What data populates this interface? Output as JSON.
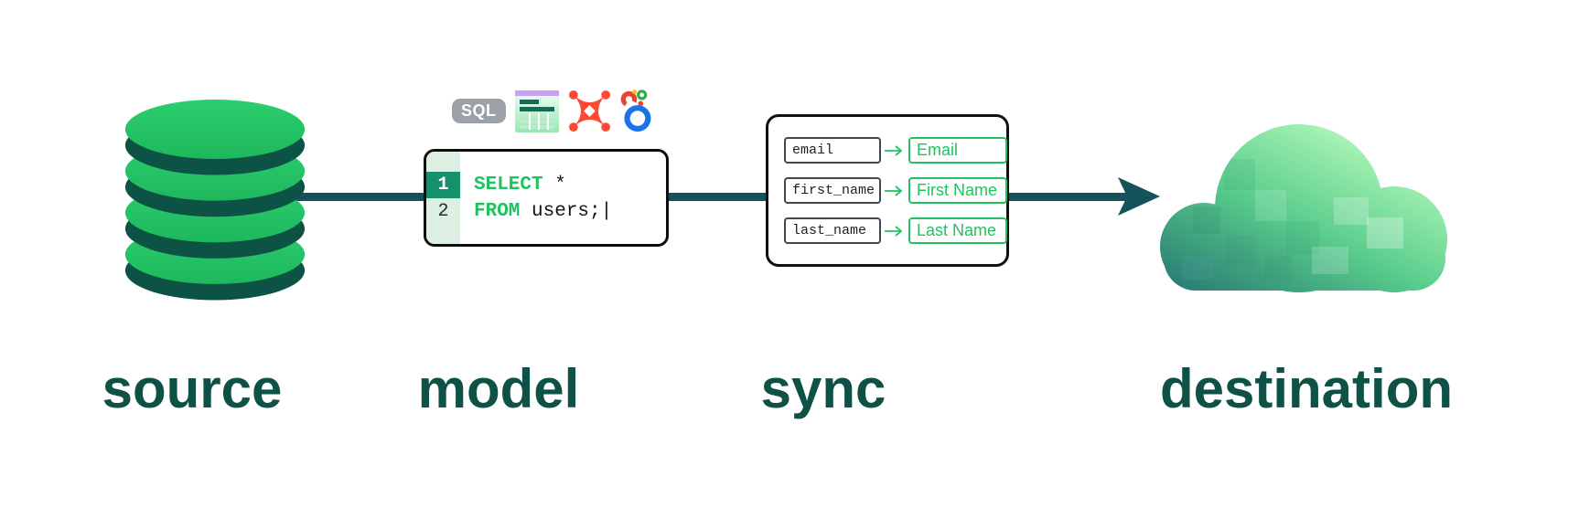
{
  "stages": [
    {
      "label": "source"
    },
    {
      "label": "model"
    },
    {
      "label": "sync"
    },
    {
      "label": "destination"
    }
  ],
  "model": {
    "sql_badge": "SQL",
    "icons": [
      {
        "name": "sql-badge"
      },
      {
        "name": "spreadsheet-icon"
      },
      {
        "name": "dbt-icon"
      },
      {
        "name": "looker-icon"
      }
    ],
    "code": {
      "lines": [
        {
          "number": "1",
          "keyword": "SELECT",
          "code": " *"
        },
        {
          "number": "2",
          "keyword": "FROM",
          "code": " users;"
        }
      ],
      "cursor": "|"
    }
  },
  "sync": {
    "mappings": [
      {
        "source": "email",
        "destination": "Email"
      },
      {
        "source": "first_name",
        "destination": "First Name"
      },
      {
        "source": "last_name",
        "destination": "Last Name"
      }
    ]
  },
  "colors": {
    "accent_green": "#1FC25F",
    "label_teal": "#0D5147",
    "arrow_teal": "#15535A",
    "gutter_green": "#DCEFE2",
    "gutter_highlight": "#17906C",
    "dbt_orange": "#FF4A33",
    "looker_blue": "#1A73E8",
    "badge_gray": "#9CA1A8",
    "sheet_purple": "#C9A1F0",
    "sheet_teal": "#0F6B5B"
  }
}
